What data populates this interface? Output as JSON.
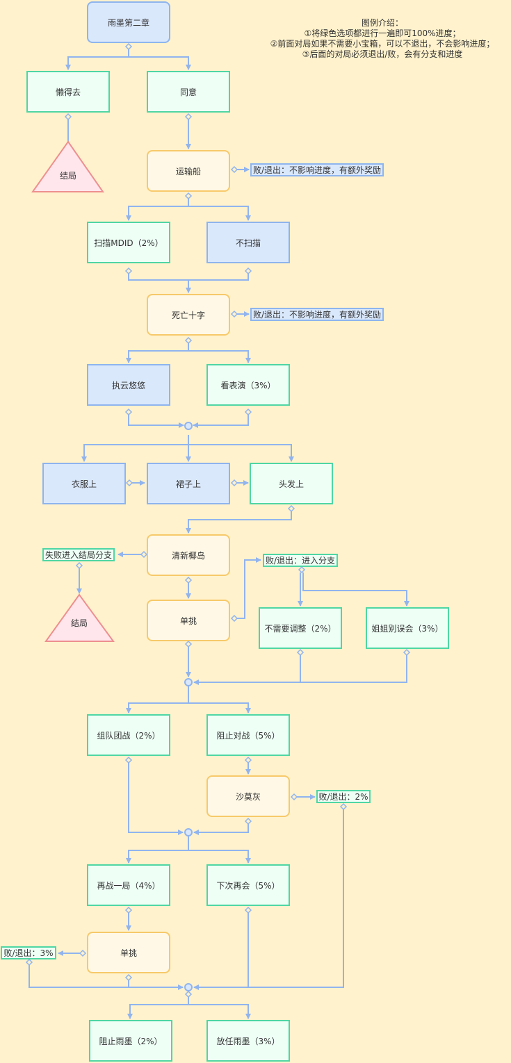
{
  "legend": {
    "title": "图例介绍：",
    "line1": "①将绿色选项都进行一遍即可100%进度；",
    "line2": "②前面对局如果不需要小宝箱，可以不退出，不会影响进度；",
    "line3": "③后面的对局必须退出/败，会有分支和进度"
  },
  "nodes": {
    "start": "雨墨第二章",
    "lazy": "懒得去",
    "agree": "同意",
    "ending1": "结局",
    "ship": "运输船",
    "ship_note": "败/退出：不影响进度，有额外奖励",
    "scan": "扫描MDID（2%）",
    "noscan": "不扫描",
    "cross": "死亡十字",
    "cross_note": "败/退出：不影响进度，有额外奖励",
    "cloud": "执云悠悠",
    "show": "看表演（3%）",
    "clothes": "衣服上",
    "skirt": "裙子上",
    "hair": "头发上",
    "island": "清新椰岛",
    "island_note": "失败进入结局分支",
    "ending2": "结局",
    "duel1": "单挑",
    "duel1_note": "败/退出：进入分支",
    "noadjust": "不需要调整（2%）",
    "sister": "姐姐别误会（3%）",
    "team": "组队团战（2%）",
    "stop": "阻止对战（5%）",
    "shamo": "沙莫灰",
    "shamo_note": "败/退出：2%",
    "again": "再战一局（4%）",
    "next": "下次再会（5%）",
    "duel2": "单挑",
    "duel2_note": "败/退出：3%",
    "stopym": "阻止雨墨（2%）",
    "letym": "放任雨墨（3%）"
  },
  "colors": {
    "blue_fill": "#dae8fc",
    "blue_stroke": "#8eb4ee",
    "green_fill": "#eefff6",
    "green_stroke": "#4fd6a4",
    "yellow_fill": "#fff8e6",
    "yellow_stroke": "#f7c96a",
    "triangle_fill": "#ffe6ec",
    "triangle_stroke": "#ee8f8f",
    "wire": "#91b4ef",
    "background": "#fff2cc"
  }
}
